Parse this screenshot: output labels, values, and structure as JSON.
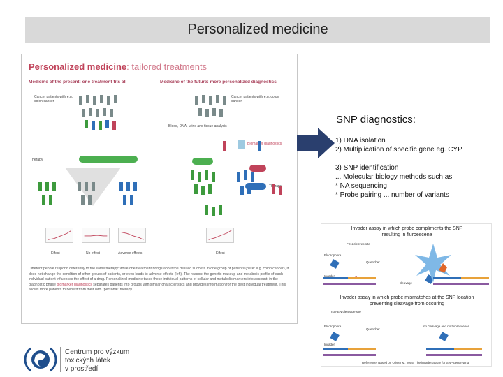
{
  "slide": {
    "title": "Personalized medicine"
  },
  "poster": {
    "title_main": "Personalized medicine",
    "title_rest": ": tailored treatments",
    "left_heading": "Medicine of the present: one treatment fits all",
    "right_heading": "Medicine of the future: more personalized diagnostics",
    "left_patients": "Cancer patients with e.g. colon cancer",
    "right_patients": "Cancer patients with e.g. colon cancer",
    "analysis": "Blood, DNA, urine and tissue analysis",
    "biomarker": "Biomarker diagnostics",
    "therapy_left": "Therapy",
    "therapy_right": "Therapy",
    "labels": [
      "Effect",
      "No effect",
      "Adverse effects",
      "Effect"
    ],
    "text_1": "Different people respond differently to the same therapy: while one treatment brings about the desired success in one group of patients (here: e.g. colon cancer), it does not change the condition of other groups of patients, or even leads to adverse effects (left). The reason: the genetic makeup and metabolic profile of each individual patient influences the effect of a drug. Personalized medicine takes these individual patterns of cellular and metabolic markers into account: in the diagnostic phase ",
    "text_hl": "biomarker diagnostics",
    "text_2": " separates patients into groups with similar characteristics and provides information for the best individual treatment. This allows more patients to benefit from their own \"personal\" therapy."
  },
  "snp": {
    "heading": "SNP diagnostics:",
    "lines": [
      "1) DNA isolation",
      "2) Multiplication of specific gene eg. CYP",
      "",
      "3) SNP identification",
      "... Molecular biology methods such as",
      "* NA sequencing",
      "* Probe pairing ... number of variants"
    ]
  },
  "invader": {
    "caption_top": "Invader assay in which probe compliments the SNP resulting in fluroescene",
    "caption_mid": "Invader assay in which probe mismatches at the SNP location preventing cleavage from occuring",
    "fen_cleaves": "FEN cleaves site",
    "no_fen": "no FEN cleavage site",
    "fluorophore": "Fluorophore",
    "quencher": "Quencher",
    "invader": "Invader",
    "cleavage": "cleavage",
    "no_cleavage": "no cleavage and no fluorescence",
    "reference": "Reference: Based on Olivier M. 2005. The invader assay for SNP genotyping."
  },
  "logo": {
    "line1": "Centrum pro výzkum",
    "line2": "toxických látek",
    "line3": "v prostředí"
  },
  "colors": {
    "accent": "#c0435a",
    "arrow": "#2a3f6e",
    "pill": "#4caf50",
    "title_bar": "#d9d9d9"
  }
}
